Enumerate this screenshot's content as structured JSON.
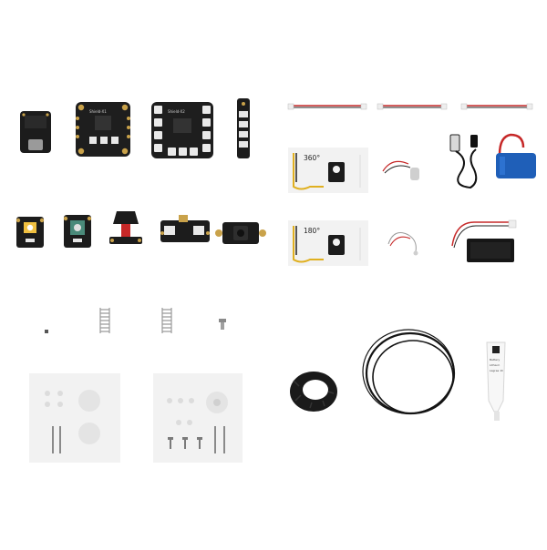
{
  "photo": {
    "background": "#ffffff",
    "boards": {
      "shield_1": "Shield-X1",
      "shield_2": "Shield-X2"
    },
    "servos": {
      "continuous": "360°",
      "positional": "180°"
    },
    "glue_tube": {
      "line_1": "Battery",
      "line_2": "Lithium",
      "line_3": "Lagree 1h"
    },
    "accent_colors": {
      "pcb_black": "#1c1c1c",
      "gold": "#c9a24a",
      "battery_blue": "#1f5fb8",
      "wire_red": "#c62828",
      "wire_yellow": "#e0b020"
    }
  }
}
